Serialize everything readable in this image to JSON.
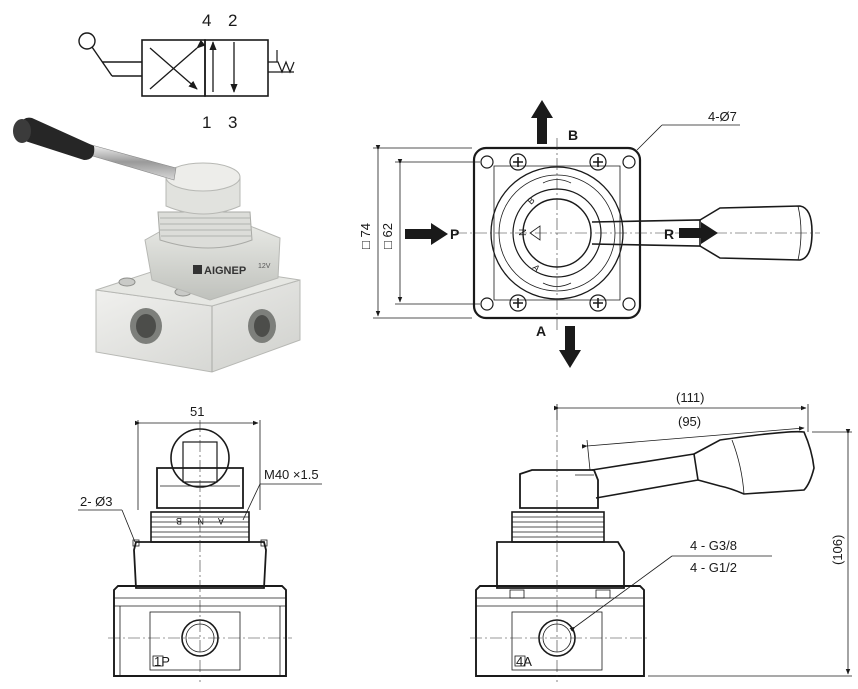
{
  "symbol": {
    "port_4": "4",
    "port_2": "2",
    "port_1": "1",
    "port_3": "3"
  },
  "photo": {
    "brand": "AIGNEP"
  },
  "top_view": {
    "label_b": "B",
    "label_a": "A",
    "label_p": "P",
    "label_r": "R",
    "holes": "4-Ø7",
    "dim_outer": "□ 74",
    "dim_inner": "□ 62"
  },
  "front_view": {
    "width": "51",
    "thread": "M40 ×1.5",
    "pins": "2- Ø3",
    "port": "1P"
  },
  "side_view": {
    "len_total": "(111)",
    "len_handle": "(95)",
    "height": "(106)",
    "port_size_1": "4 - G3/8",
    "port_size_2": "4 - G1/2",
    "port": "4A"
  }
}
